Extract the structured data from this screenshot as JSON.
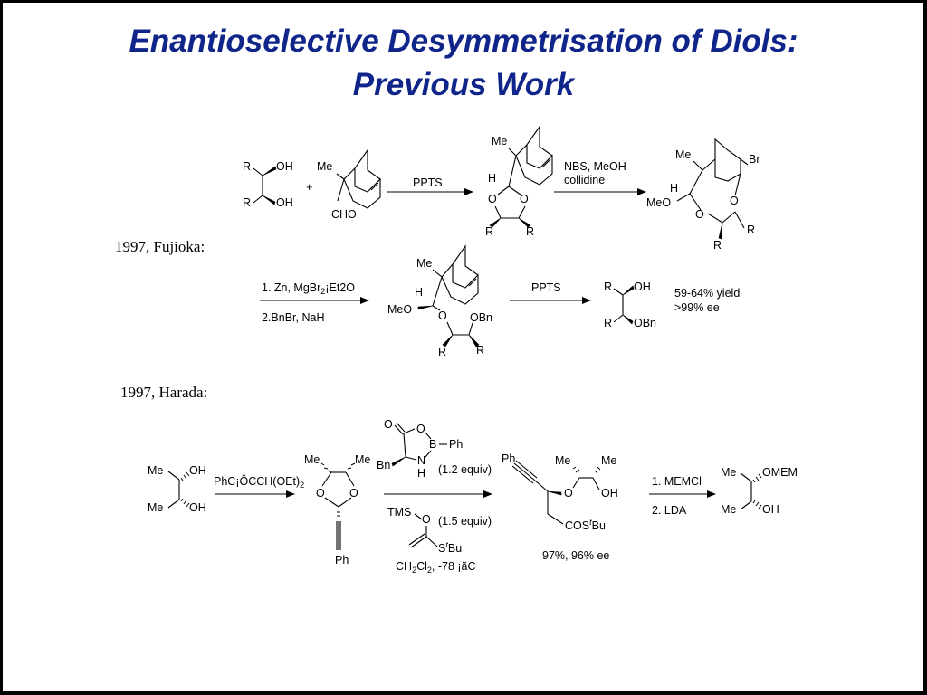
{
  "slide": {
    "title_line1": "Enantioselective Desymmetrisation of Diols:",
    "title_line2": "Previous Work",
    "colors": {
      "title": "#10258a",
      "border": "#000000"
    }
  },
  "scheme1": {
    "diol": {
      "r_top": "R",
      "oh_top": "OH",
      "r_bottom": "R",
      "oh_bottom": "OH"
    },
    "plus": "+",
    "aldehyde": {
      "me": "Me",
      "cho": "CHO"
    },
    "arrow1_label": "PPTS",
    "acetal": {
      "me": "Me",
      "h": "H",
      "o_left": "O",
      "o_right": "O",
      "r_left": "R",
      "r_right": "R"
    },
    "arrow2_label_line1": "NBS, MeOH",
    "arrow2_label_line2": "collidine",
    "product": {
      "me": "Me",
      "br": "Br",
      "h": "H",
      "meo": "MeO",
      "o_right": "O",
      "o_bottom": "O",
      "r_right": "R",
      "r_bottom": "R"
    }
  },
  "fujioka": {
    "caption": "1997, Fujioka:",
    "step1_a": "1. Zn, MgBr",
    "step1_sub": "2",
    "step1_b": "¡Et2O",
    "step2": "2.BnBr, NaH",
    "intermediate": {
      "me": "Me",
      "h": "H",
      "meo": "MeO",
      "o": "O",
      "obn": "OBn",
      "r_left": "R",
      "r_right": "R"
    },
    "arrow_label": "PPTS",
    "product": {
      "r_top": "R",
      "oh": "OH",
      "r_bottom": "R",
      "obn": "OBn"
    },
    "yield": "59-64% yield",
    "ee": ">99% ee"
  },
  "harada": {
    "caption": "1997, Harada:",
    "diol": {
      "me_top": "Me",
      "oh_top": "OH",
      "me_bottom": "Me",
      "oh_bottom": "OH"
    },
    "reagent_a": "PhC¡ÔCCH(OEt)",
    "reagent_sub": "2",
    "orthoester": {
      "me_left": "Me",
      "me_right": "Me",
      "o_left": "O",
      "o_right": "O",
      "ph": "Ph"
    },
    "oxazaborolidine": {
      "o_carbonyl": "O",
      "o_ring": "O",
      "b": "B",
      "ph": "Ph",
      "n": "N",
      "h": "H",
      "bn": "Bn",
      "equiv": "(1.2 equiv)"
    },
    "silyl": {
      "tms": "TMS",
      "o": "O",
      "s": "S",
      "t": "t",
      "bu": "Bu",
      "equiv": "(1.5 equiv)"
    },
    "conditions_a": "CH",
    "conditions_sub1": "2",
    "conditions_b": "Cl",
    "conditions_sub2": "2",
    "conditions_c": ", -78 ¡ãC",
    "product": {
      "ph": "Ph",
      "me_left": "Me",
      "me_right": "Me",
      "o": "O",
      "oh": "OH",
      "cos": "COS",
      "t": "t",
      "bu": "Bu"
    },
    "result": "97%, 96% ee",
    "step1": "1. MEMCl",
    "step2": "2. LDA",
    "final": {
      "me_top": "Me",
      "omem": "OMEM",
      "me_bottom": "Me",
      "oh": "OH"
    }
  }
}
